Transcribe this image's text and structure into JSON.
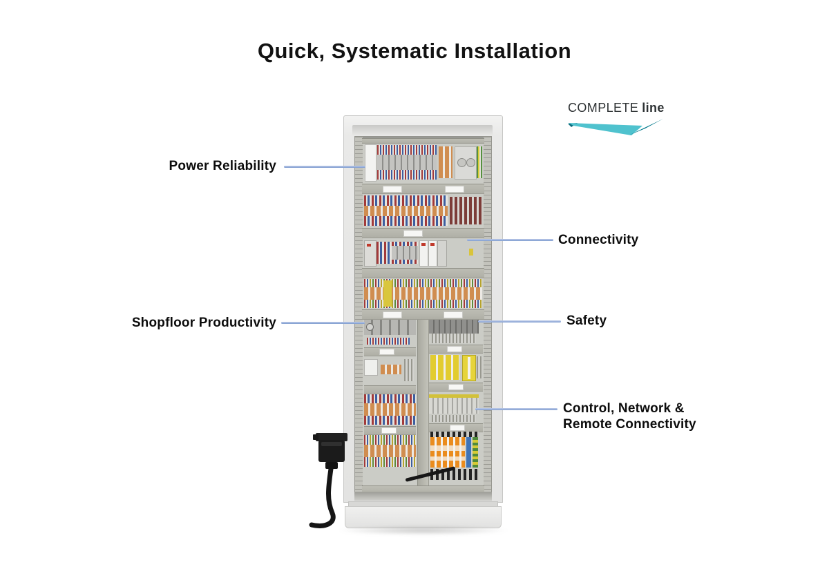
{
  "page": {
    "title": "Quick, Systematic Installation"
  },
  "logo": {
    "regular": "COMPLETE",
    "bold": "line"
  },
  "colors": {
    "leader_line": "#7f9cd0",
    "swoosh_light": "#4fc2ce",
    "swoosh_dark": "#00798b",
    "swoosh_tip": "#0b6b7c",
    "label_text": "#0c0c0c",
    "title_text": "#121212"
  },
  "annotations": [
    {
      "id": "power-reliability",
      "label": "Power Reliability",
      "side": "left"
    },
    {
      "id": "connectivity",
      "label": "Connectivity",
      "side": "right"
    },
    {
      "id": "shopfloor-productivity",
      "label": "Shopfloor Productivity",
      "side": "left"
    },
    {
      "id": "safety",
      "label": "Safety",
      "side": "right"
    },
    {
      "id": "control-network-remote-connectivity",
      "label": "Control, Network &\nRemote Connectivity",
      "side": "right"
    }
  ]
}
